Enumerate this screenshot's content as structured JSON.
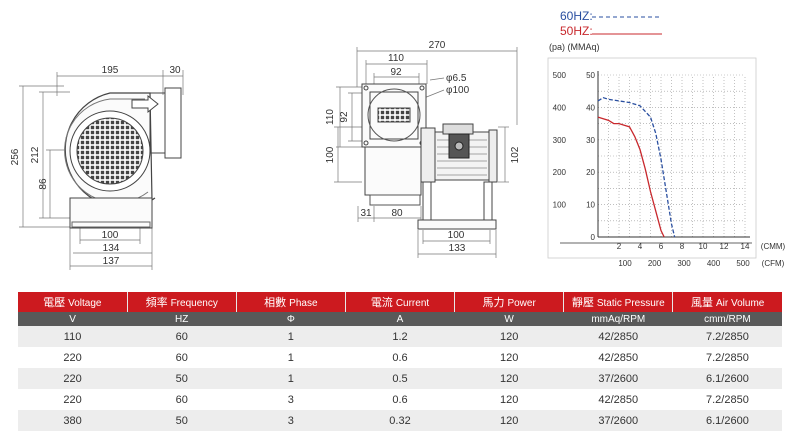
{
  "front_view": {
    "dims": [
      "195",
      "30",
      "256",
      "212",
      "86",
      "100",
      "134",
      "137"
    ]
  },
  "side_view": {
    "dims": [
      "270",
      "110",
      "92",
      "φ6.5",
      "φ100",
      "110",
      "92",
      "100",
      "31",
      "80",
      "100",
      "133",
      "102"
    ]
  },
  "chart_data": {
    "type": "line",
    "legend_labels": [
      "60HZ:",
      "50HZ:"
    ],
    "units_label": "(pa) (MMAq)",
    "y_pa_ticks": [
      "500",
      "400",
      "300",
      "200",
      "100"
    ],
    "y_mmaq_ticks": [
      "50",
      "40",
      "30",
      "20",
      "10",
      "0"
    ],
    "x_cmm_ticks": [
      "2",
      "4",
      "6",
      "8",
      "10",
      "12",
      "14"
    ],
    "x_cfm_ticks": [
      "100",
      "200",
      "300",
      "400",
      "500"
    ],
    "x_cmm_unit": "(CMM)",
    "x_cfm_unit": "(CFM)",
    "xlim": [
      0,
      14
    ],
    "ylim": [
      0,
      50
    ],
    "grid": true,
    "series": [
      {
        "name": "60HZ:",
        "color": "#2a4fa0",
        "style": "dashed",
        "x": [
          0,
          0.5,
          1,
          2,
          3,
          4,
          5,
          5.5,
          6,
          6.5,
          7,
          7.3
        ],
        "y": [
          42,
          43,
          42.5,
          42,
          41.5,
          40.5,
          37,
          32,
          24,
          14,
          4,
          0
        ]
      },
      {
        "name": "50HZ:",
        "color": "#c8282d",
        "style": "solid",
        "x": [
          0,
          0.5,
          1,
          1.5,
          2,
          2.5,
          3,
          3.5,
          4,
          4.5,
          5,
          5.5,
          6,
          6.3
        ],
        "y": [
          37,
          36.5,
          36,
          35,
          35,
          34.5,
          34,
          31,
          27,
          21,
          14,
          8,
          2,
          0
        ]
      }
    ]
  },
  "table": {
    "headers": [
      {
        "zh": "電壓",
        "en": "Voltage"
      },
      {
        "zh": "頻率",
        "en": "Frequency"
      },
      {
        "zh": "相數",
        "en": "Phase"
      },
      {
        "zh": "電流",
        "en": "Current"
      },
      {
        "zh": "馬力",
        "en": "Power"
      },
      {
        "zh": "靜壓",
        "en": "Static Pressure"
      },
      {
        "zh": "風量",
        "en": "Air Volume"
      }
    ],
    "units": [
      "V",
      "HZ",
      "Φ",
      "A",
      "W",
      "mmAq/RPM",
      "cmm/RPM"
    ],
    "rows": [
      [
        "110",
        "60",
        "1",
        "1.2",
        "120",
        "42/2850",
        "7.2/2850"
      ],
      [
        "220",
        "60",
        "1",
        "0.6",
        "120",
        "42/2850",
        "7.2/2850"
      ],
      [
        "220",
        "50",
        "1",
        "0.5",
        "120",
        "37/2600",
        "6.1/2600"
      ],
      [
        "220",
        "60",
        "3",
        "0.6",
        "120",
        "42/2850",
        "7.2/2850"
      ],
      [
        "380",
        "50",
        "3",
        "0.32",
        "120",
        "37/2600",
        "6.1/2600"
      ]
    ]
  }
}
